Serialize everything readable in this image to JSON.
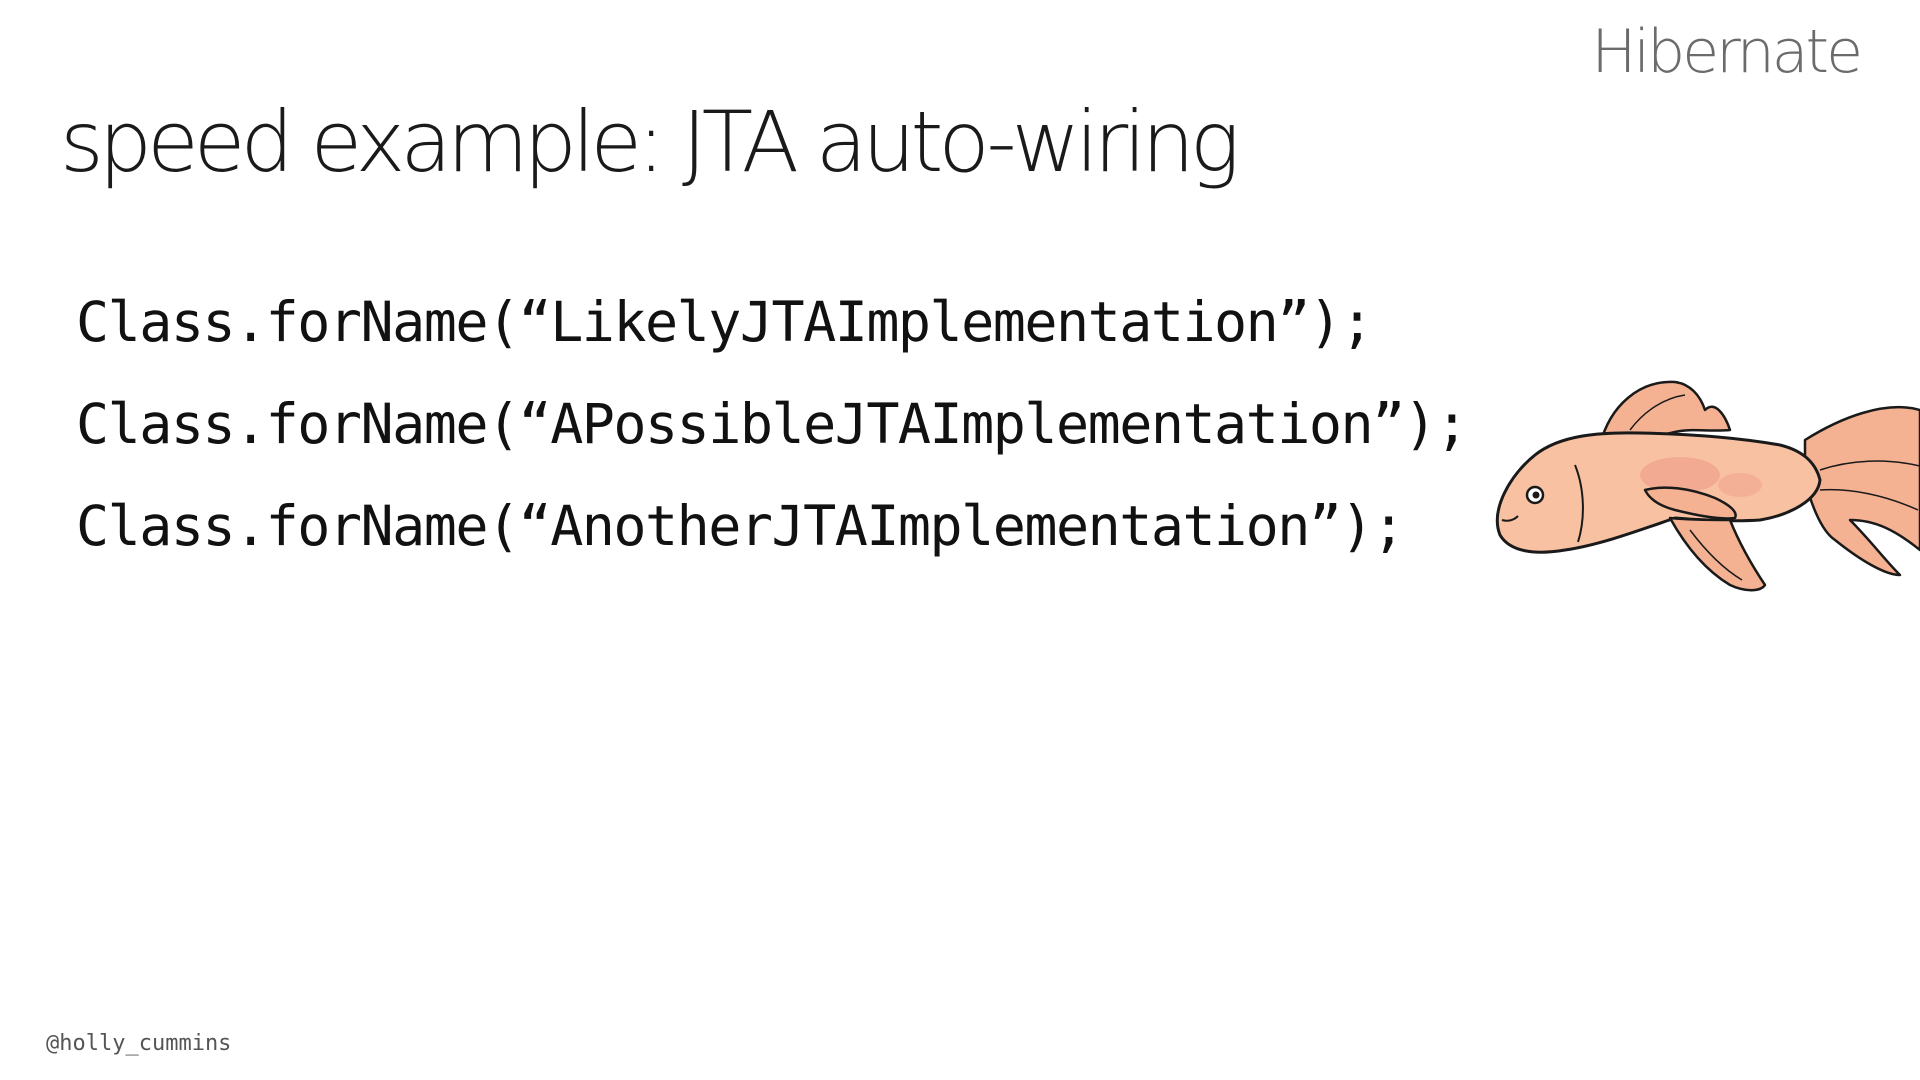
{
  "header": {
    "brand": "Hibernate",
    "title": "speed example: JTA auto-wiring"
  },
  "code_lines": [
    "Class.forName(“LikelyJTAImplementation”);",
    "Class.forName(“APossibleJTAImplementation”);",
    "Class.forName(“AnotherJTAImplementation”);"
  ],
  "footer": {
    "handle": "@holly_cummins"
  },
  "illustration": {
    "icon": "goldfish-illustration",
    "colors": {
      "body": "#f8c2a2",
      "fin": "#f5b293",
      "blush": "#ee8f80",
      "outline": "#1a1a1a"
    }
  }
}
